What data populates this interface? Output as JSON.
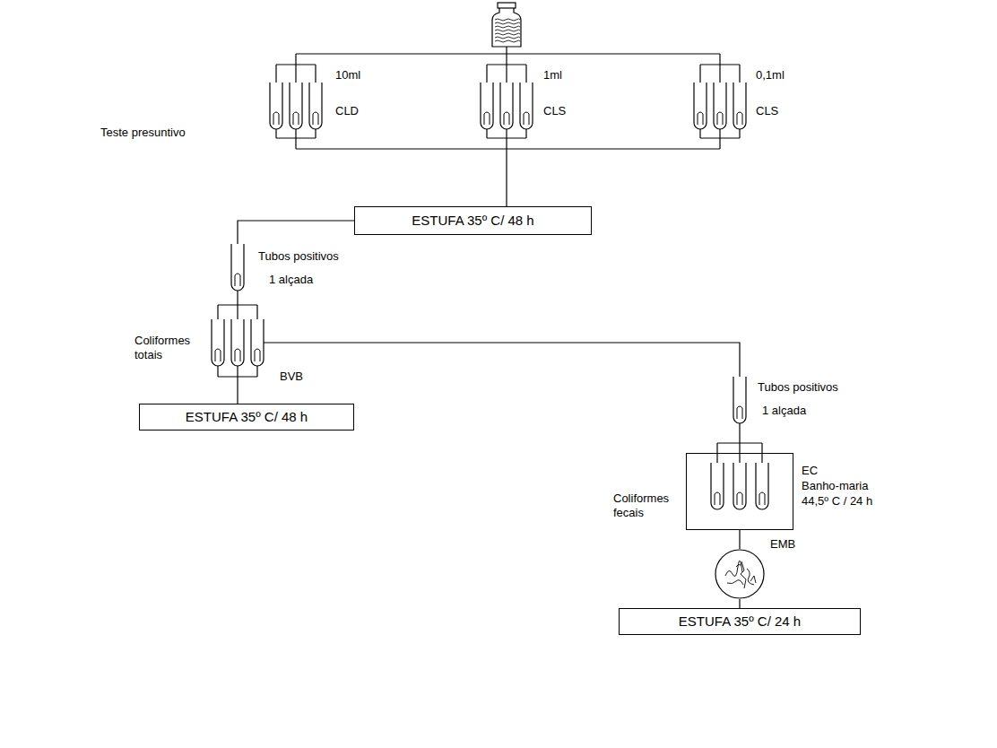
{
  "diagram": {
    "nodes": [
      {
        "text": [
          "ESTUFA 35º C/ 48 h"
        ]
      },
      {
        "text": [
          "ESTUFA 35º C/ 48 h"
        ]
      },
      {
        "text": [
          "EC",
          "Banho-maria 44,5º C / 24 h"
        ]
      },
      {
        "text": [
          "EMB"
        ]
      },
      {
        "text": [
          "ESTUFA 35º C/ 24 h"
        ]
      }
    ],
    "edges": [
      {
        "from": 2,
        "to": 3,
        "arrow": "none"
      },
      {
        "from": 3,
        "to": 4,
        "arrow": "none"
      }
    ],
    "labels": [
      "10ml",
      "1ml",
      "0,1ml",
      "CLD",
      "CLS",
      "CLS",
      "Teste presuntivo",
      "Tubos positivos",
      "1 alçada",
      "Coliformes totais",
      "BVB",
      "Tubos positivos",
      "1 alçada",
      "Coliformes fecais"
    ]
  }
}
